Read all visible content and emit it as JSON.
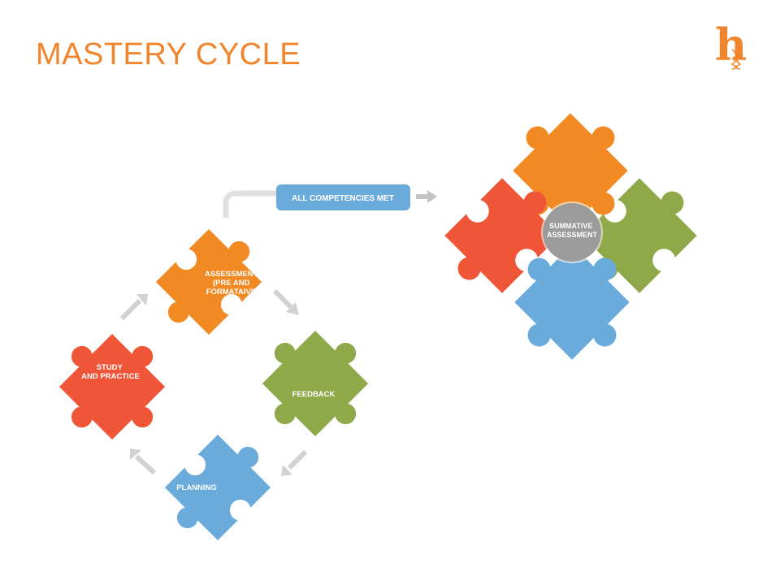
{
  "title": "MASTERY CYCLE",
  "logo": {
    "letter": "h",
    "icon": "dna-helix-icon"
  },
  "colors": {
    "title": "#f0852d",
    "orange": "#f28a24",
    "red": "#ef5638",
    "green": "#8fa94a",
    "blue": "#6aabdc",
    "gray": "#9b9b9b",
    "connector": "#d6d6d6"
  },
  "cycle": {
    "assessment": [
      "ASSESSMENT",
      "(PRE AND",
      "FORMATAIVE)"
    ],
    "feedback": [
      "FEEDBACK"
    ],
    "planning": [
      "PLANNING"
    ],
    "study": [
      "STUDY",
      "AND PRACTICE"
    ]
  },
  "banner": "ALL COMPETENCIES MET",
  "summative": [
    "SUMMATIVE",
    "ASSESSMENT"
  ]
}
